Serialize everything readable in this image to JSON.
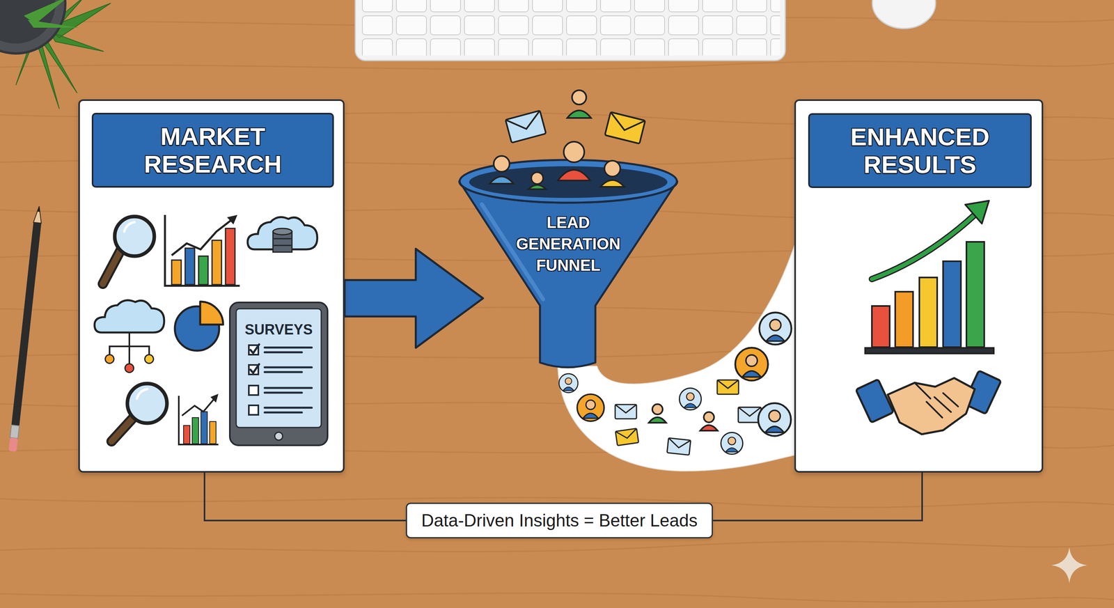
{
  "diagram": {
    "nodes": [
      {
        "text": [
          "MARKET RESEARCH"
        ]
      },
      {
        "text": [
          "SURVEYS"
        ],
        "in": 0
      },
      {
        "text": [
          "LEAD GENERATION FUNNEL"
        ]
      },
      {
        "text": [
          "ENHANCED RESULTS"
        ]
      },
      {
        "text": [
          "Data-Driven Insights = Better Leads"
        ]
      }
    ],
    "edges": [
      {
        "from": 0,
        "to": 2,
        "arrow": "to"
      },
      {
        "from": 2,
        "to": 3,
        "arrow": "none"
      },
      {
        "from": 0,
        "to": 4,
        "arrow": "none"
      },
      {
        "from": 4,
        "to": 3,
        "arrow": "none"
      }
    ]
  }
}
